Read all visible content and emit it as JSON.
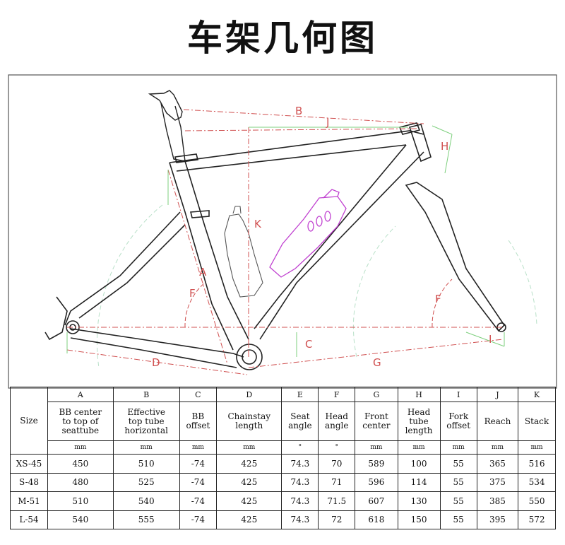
{
  "title": "车架几何图",
  "diagram": {
    "dimension_labels": [
      "A",
      "B",
      "C",
      "D",
      "F",
      "F",
      "G",
      "H",
      "I",
      "J",
      "K"
    ]
  },
  "table": {
    "size_header": "Size",
    "columns": [
      {
        "letter": "A",
        "desc": [
          "BB center",
          "to top of",
          "seattube"
        ],
        "unit": "mm"
      },
      {
        "letter": "B",
        "desc": [
          "Effective",
          "top tube",
          "horizontal"
        ],
        "unit": "mm"
      },
      {
        "letter": "C",
        "desc": [
          "BB",
          "offset"
        ],
        "unit": "mm"
      },
      {
        "letter": "D",
        "desc": [
          "Chainstay",
          "length"
        ],
        "unit": "mm"
      },
      {
        "letter": "E",
        "desc": [
          "Seat",
          "angle"
        ],
        "unit": "°"
      },
      {
        "letter": "F",
        "desc": [
          "Head",
          "angle"
        ],
        "unit": "°"
      },
      {
        "letter": "G",
        "desc": [
          "Front",
          "center"
        ],
        "unit": "mm"
      },
      {
        "letter": "H",
        "desc": [
          "Head",
          "tube",
          "length"
        ],
        "unit": "mm"
      },
      {
        "letter": "I",
        "desc": [
          "Fork",
          "offset"
        ],
        "unit": "mm"
      },
      {
        "letter": "J",
        "desc": [
          "Reach"
        ],
        "unit": "mm"
      },
      {
        "letter": "K",
        "desc": [
          "Stack"
        ],
        "unit": "mm"
      }
    ],
    "rows": [
      {
        "size": "XS-45",
        "values": [
          "450",
          "510",
          "-74",
          "425",
          "74.3",
          "70",
          "589",
          "100",
          "55",
          "365",
          "516"
        ]
      },
      {
        "size": "S-48",
        "values": [
          "480",
          "525",
          "-74",
          "425",
          "74.3",
          "71",
          "596",
          "114",
          "55",
          "375",
          "534"
        ]
      },
      {
        "size": "M-51",
        "values": [
          "510",
          "540",
          "-74",
          "425",
          "74.3",
          "71.5",
          "607",
          "130",
          "55",
          "385",
          "550"
        ]
      },
      {
        "size": "L-54",
        "values": [
          "540",
          "555",
          "-74",
          "425",
          "74.3",
          "72",
          "618",
          "150",
          "55",
          "395",
          "572"
        ]
      }
    ]
  }
}
